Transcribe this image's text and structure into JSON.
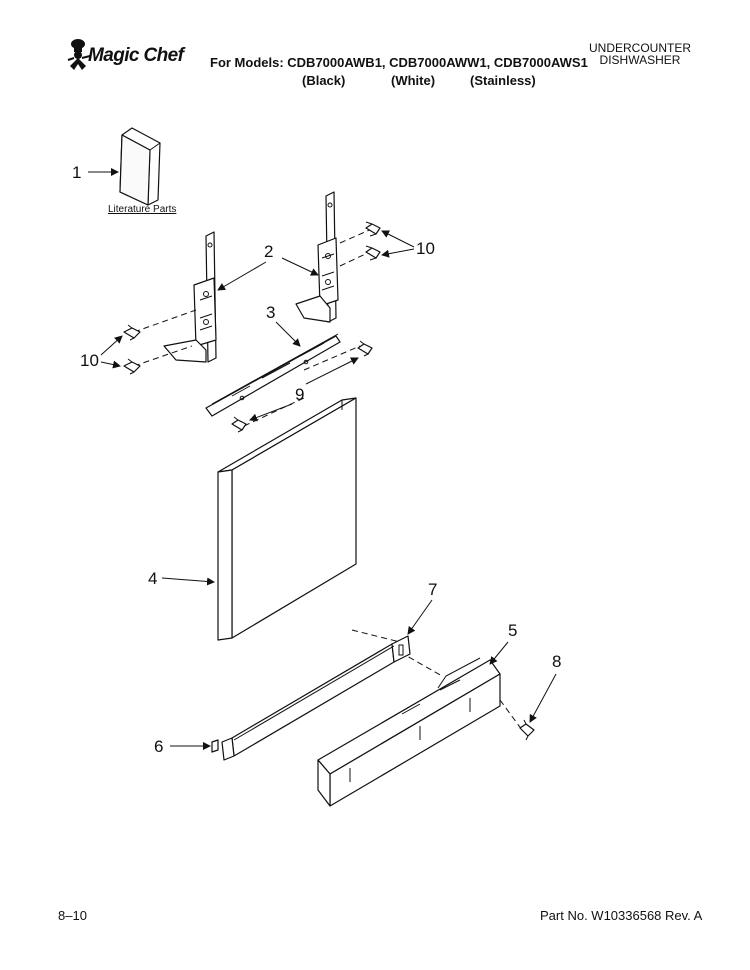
{
  "header": {
    "brand": "Magic Chef",
    "models_line": "For Models: CDB7000AWB1, CDB7000AWW1, CDB7000AWS1",
    "variants": [
      "(Black)",
      "(White)",
      "(Stainless)"
    ],
    "product_type_line1": "UNDERCOUNTER",
    "product_type_line2": "DISHWASHER"
  },
  "diagram": {
    "literature_label": "Literature Parts",
    "callouts": {
      "c1": "1",
      "c2": "2",
      "c3": "3",
      "c4": "4",
      "c5": "5",
      "c6": "6",
      "c7": "7",
      "c8": "8",
      "c9": "9",
      "c10a": "10",
      "c10b": "10"
    }
  },
  "footer": {
    "page": "8–10",
    "part_no": "Part No. W10336568 Rev. A"
  }
}
